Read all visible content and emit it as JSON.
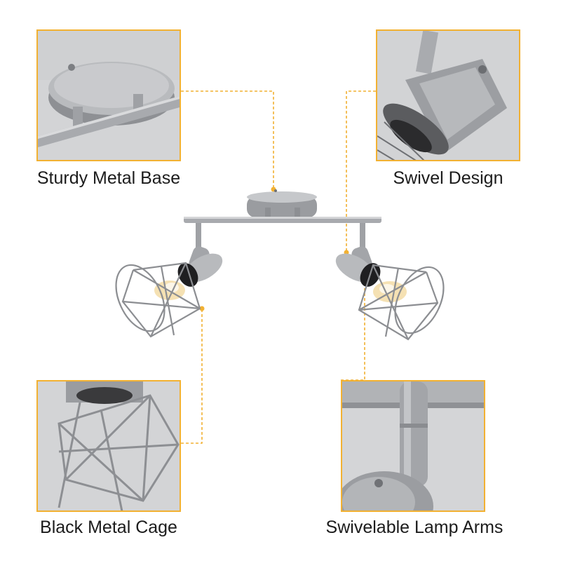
{
  "accent_color": "#f2b132",
  "features": {
    "top_left": {
      "label": "Sturdy Metal Base"
    },
    "top_right": {
      "label": "Swivel Design"
    },
    "bottom_left": {
      "label": "Black Metal Cage"
    },
    "bottom_right": {
      "label": "Swivelable Lamp Arms"
    }
  }
}
